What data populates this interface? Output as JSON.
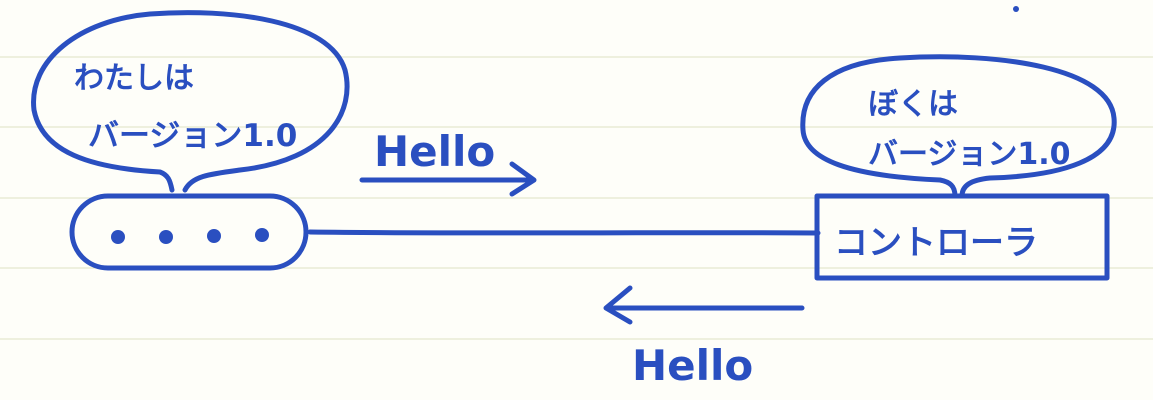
{
  "colors": {
    "ink": "#2a4fc0",
    "paper": "#fefef9",
    "ruled_line": "#e4e8cf"
  },
  "left_bubble": {
    "line1": "わたしは",
    "line2": "バージョン1.0"
  },
  "right_bubble": {
    "line1": "ぼくは",
    "line2": "バージョン1.0"
  },
  "device": {
    "icon": "device-dots-icon",
    "dot_count": 4
  },
  "controller": {
    "label": "コントローラ"
  },
  "messages": {
    "outgoing": "Hello",
    "incoming": "Hello"
  }
}
